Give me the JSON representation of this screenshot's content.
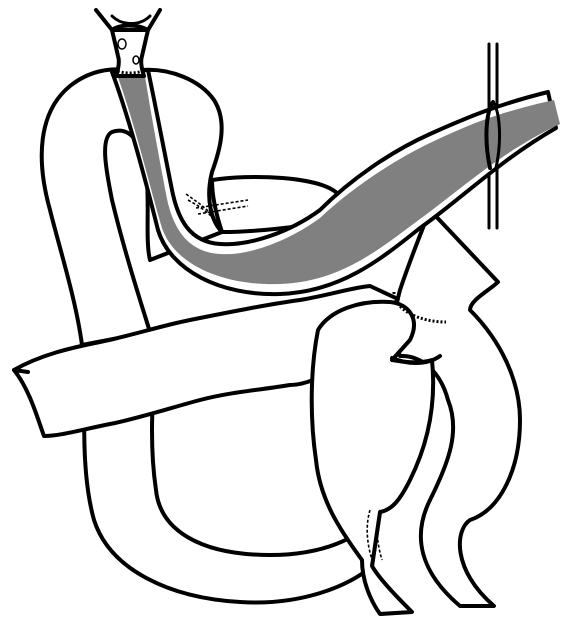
{
  "figure": {
    "stent_color": "#808080",
    "line_color": "#000000",
    "background_color": "#ffffff"
  },
  "parts": [
    {
      "name": "esophagus-stump",
      "icon": "tube"
    },
    {
      "name": "gastric-tube",
      "icon": "tube"
    },
    {
      "name": "gray-stent",
      "icon": "stent"
    },
    {
      "name": "small-pouch",
      "icon": "pouch"
    },
    {
      "name": "jejunal-limb",
      "icon": "loop"
    },
    {
      "name": "transverse-colon",
      "icon": "bowel"
    },
    {
      "name": "duodenal-stump",
      "icon": "loop"
    },
    {
      "name": "vertical-tube",
      "icon": "tube"
    },
    {
      "name": "anastomosis-marks",
      "icon": "dashed-line"
    }
  ]
}
